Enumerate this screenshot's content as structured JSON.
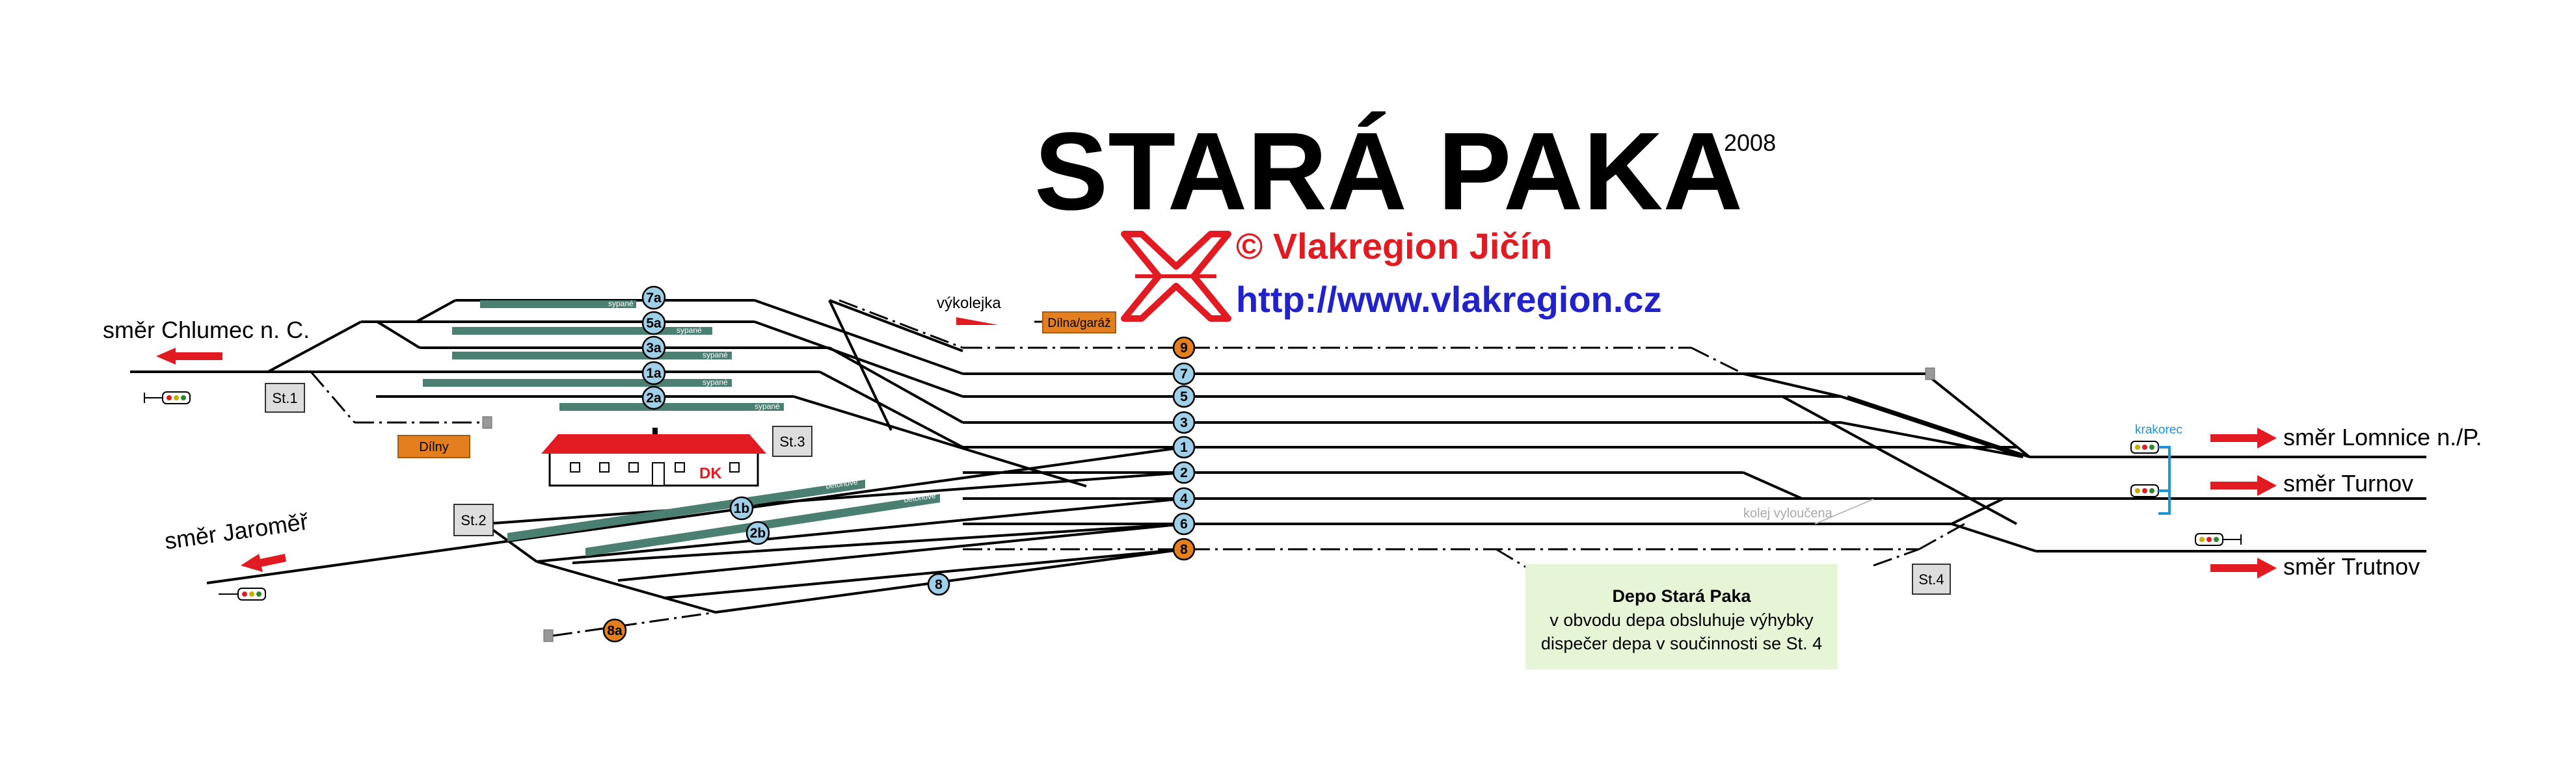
{
  "title": "STARÁ PAKA",
  "year": "2008",
  "copyright": "© Vlakregion Jičín",
  "url": "http://www.vlakregion.cz",
  "colors": {
    "track": "#000000",
    "platform": "#4a7f72",
    "track_circle": "#9ed0ea",
    "special_circle": "#e37f1f",
    "arrow": "#e21b23",
    "logo": "#e21b23",
    "url": "#2222cc",
    "depot_box": "#e5f5d5",
    "box_gray": "#dddddd",
    "signal_blue": "#1e93d8"
  },
  "directions": {
    "chlumec": "směr Chlumec n. C.",
    "jaromer": "směr Jaroměř",
    "lomnice": "směr Lomnice n./P.",
    "turnov": "směr Turnov",
    "trutnov": "směr Trutnov"
  },
  "station_tracks": [
    "9",
    "7",
    "5",
    "3",
    "1",
    "2",
    "4",
    "6",
    "8"
  ],
  "west_tracks": [
    "7a",
    "5a",
    "3a",
    "1a",
    "2a"
  ],
  "south_tracks": [
    "1b",
    "2b",
    "8",
    "8a"
  ],
  "posts": {
    "st1": "St.1",
    "st2": "St.2",
    "st3": "St.3",
    "st4": "St.4"
  },
  "buildings": {
    "workshops": "Dílny",
    "garage": "Dílna/garáž",
    "station_building": "DK"
  },
  "labels": {
    "derailer": "výkolejka",
    "excluded_track": "kolej vyloučena",
    "cantilever": "krakorec",
    "platform_narrow": "sypané",
    "platform_high": "betonové"
  },
  "depot": {
    "title": "Depo Stará Paka",
    "line1": "v obvodu depa obsluhuje výhybky",
    "line2": "dispečer depa v součinnosti se St. 4"
  }
}
